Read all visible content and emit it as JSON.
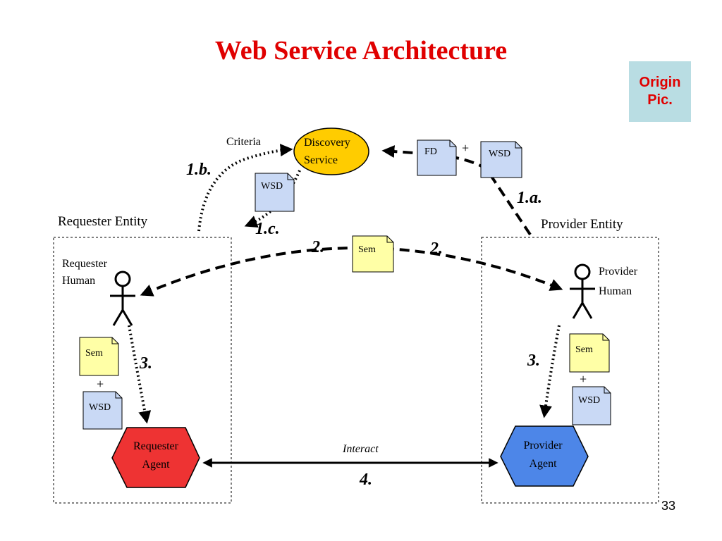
{
  "slide": {
    "title": "Web Service Architecture",
    "origin_line1": "Origin",
    "origin_line2": "Pic.",
    "page_number": "33"
  },
  "diagram": {
    "criteria": "Criteria",
    "discovery_line1": "Discovery",
    "discovery_line2": "Service",
    "requester_entity": "Requester Entity",
    "provider_entity": "Provider Entity",
    "requester_human_line1": "Requester",
    "requester_human_line2": "Human",
    "provider_human_line1": "Provider",
    "provider_human_line2": "Human",
    "requester_agent_line1": "Requester",
    "requester_agent_line2": "Agent",
    "provider_agent_line1": "Provider",
    "provider_agent_line2": "Agent",
    "doc_fd": "FD",
    "doc_wsd": "WSD",
    "doc_sem": "Sem",
    "plus": "+",
    "step_1a": "1.a.",
    "step_1b": "1.b.",
    "step_1c": "1.c.",
    "step_2": "2.",
    "step_3": "3.",
    "step_4": "4.",
    "interact": "Interact",
    "colors": {
      "title": "#e00000",
      "discovery_fill": "#ffcc00",
      "requester_agent_fill": "#ee3333",
      "provider_agent_fill": "#4d86e8",
      "wsd_doc_fill": "#c9d9f5",
      "sem_doc_fill": "#ffffa6",
      "origin_box_fill": "#b9dde3"
    }
  }
}
